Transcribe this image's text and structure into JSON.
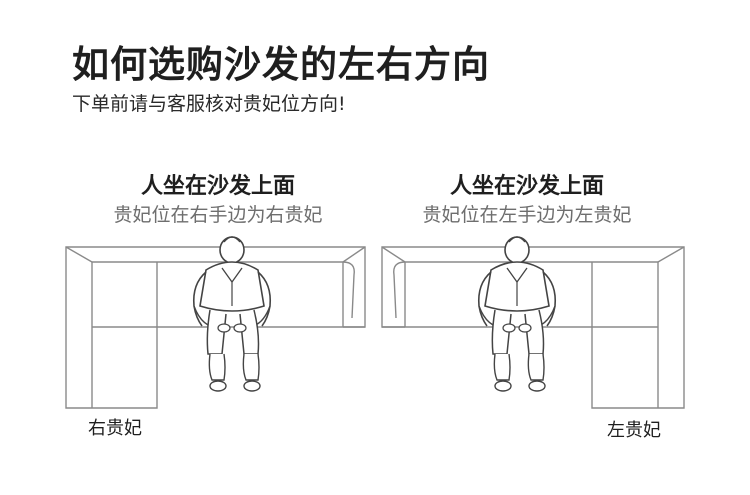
{
  "header": {
    "title": "如何选购沙发的左右方向",
    "subtitle": "下单前请与客服核对贵妃位方向!"
  },
  "panels": [
    {
      "heading": "人坐在沙发上面",
      "caption": "贵妃位在右手边为右贵妃",
      "corner_label": "右贵妃"
    },
    {
      "heading": "人坐在沙发上面",
      "caption": "贵妃位在左手边为左贵妃",
      "corner_label": "左贵妃"
    }
  ],
  "colors": {
    "line": "#8a8a8a",
    "text": "#1f1f1f",
    "caption": "#6e6e6e"
  }
}
